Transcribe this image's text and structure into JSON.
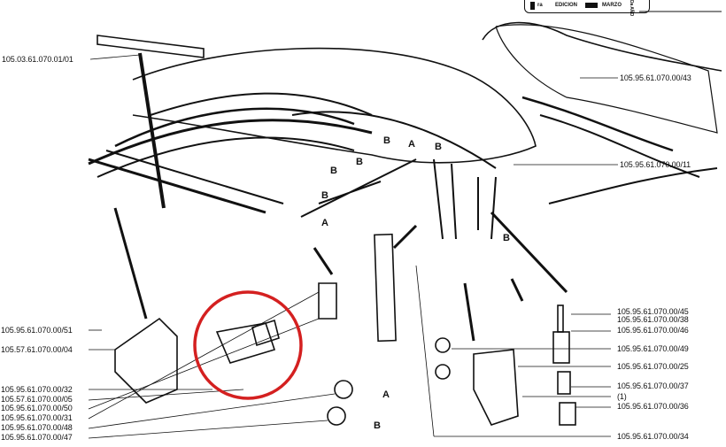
{
  "header": {
    "edition_prefix": "ra",
    "edition_label": "EDICION",
    "month_label": "MARZO",
    "side_label": "Da AÑO"
  },
  "labels": {
    "top_left": "105.03.61.070.01/01",
    "right_top": [
      "105.95.61.070.00/43",
      "105.95.61.070.00/11"
    ],
    "right_bottom": [
      "105.95.61.070.00/45",
      "105.95.61.070.00/38",
      "105.95.61.070.00/46",
      "105.95.61.070.00/49",
      "105.95.61.070.00/25",
      "105.95.61.070.00/37",
      "(1)",
      "105.95.61.070.00/36",
      "105.95.61.070.00/34"
    ],
    "left_bottom": [
      "105.95.61.070.00/51",
      "105.57.61.070.00/04",
      "105.95.61.070.00/32",
      "105.57.61.070.00/05",
      "105.95.61.070.00/50",
      "105.95.61.070.00/31",
      "105.95.61.070.00/48",
      "105.95.61.070.00/47"
    ]
  },
  "callouts": {
    "a": "A",
    "b": "B"
  },
  "colors": {
    "highlight_circle": "#d42020",
    "ink": "#111111"
  }
}
